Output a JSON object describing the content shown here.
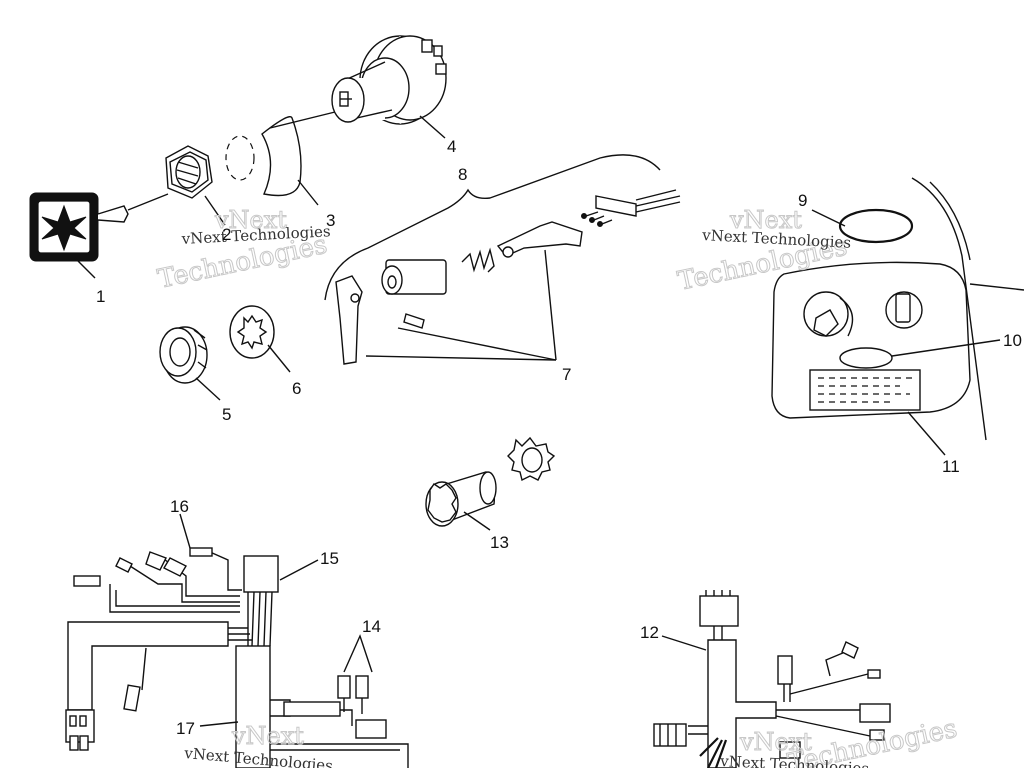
{
  "callouts": [
    "1",
    "2",
    "3",
    "4",
    "5",
    "6",
    "7",
    "8",
    "9",
    "10",
    "11",
    "12",
    "13",
    "14",
    "15",
    "16",
    "17"
  ],
  "watermark": {
    "line1": "vNext",
    "line2": "Technologies",
    "small": "vNext Technologies"
  }
}
